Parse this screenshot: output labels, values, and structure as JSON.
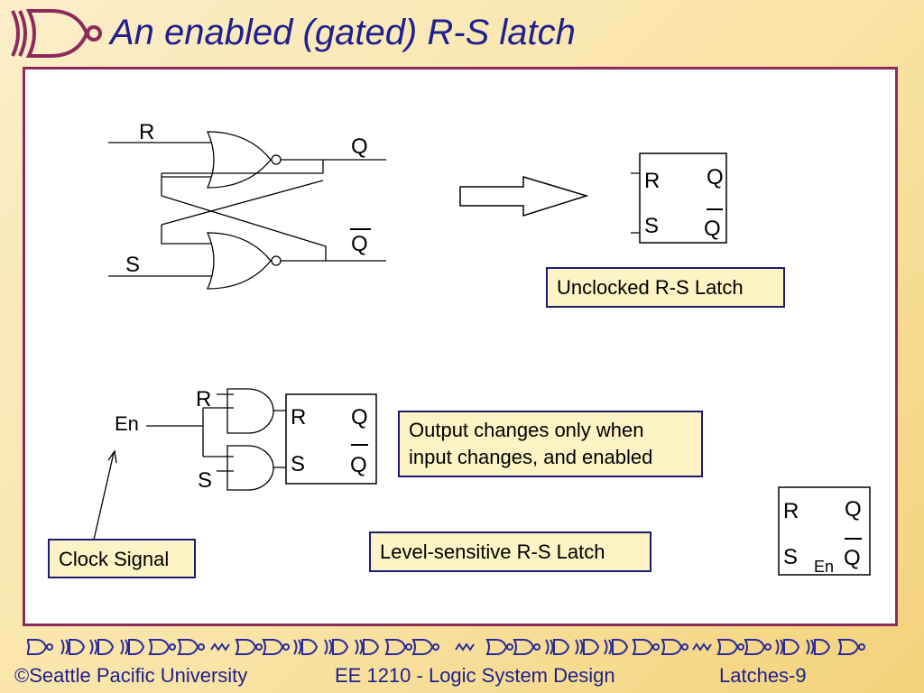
{
  "title": "An enabled (gated) R-S latch",
  "top_circuit": {
    "labels": {
      "r": "R",
      "s": "S",
      "q": "Q",
      "qbar": "Q"
    }
  },
  "unclocked_symbol": {
    "r": "R",
    "s": "S",
    "q": "Q",
    "qbar": "Q"
  },
  "unclocked_caption": "Unclocked R-S Latch",
  "gated_circuit": {
    "en": "En",
    "r": "R",
    "s": "S",
    "block": {
      "r": "R",
      "s": "S",
      "q": "Q",
      "qbar": "Q"
    }
  },
  "note": {
    "line1": "Output changes only when",
    "line2": "input changes, and enabled"
  },
  "clock_caption": "Clock Signal",
  "level_caption": "Level-sensitive R-S Latch",
  "gated_symbol": {
    "r": "R",
    "s": "S",
    "en": "En",
    "q": "Q",
    "qbar": "Q"
  },
  "footer": {
    "copyright": "©Seattle Pacific University",
    "course": "EE 1210 - Logic System Design",
    "slide": "Latches-9"
  },
  "colors": {
    "title": "#1f1f8f",
    "frame_border": "#8c2a5c",
    "caption_fill": "#fdf3c4",
    "caption_border": "#1b1b73",
    "footer_text": "#1f1f8f",
    "strip": "#2a2a9a"
  }
}
